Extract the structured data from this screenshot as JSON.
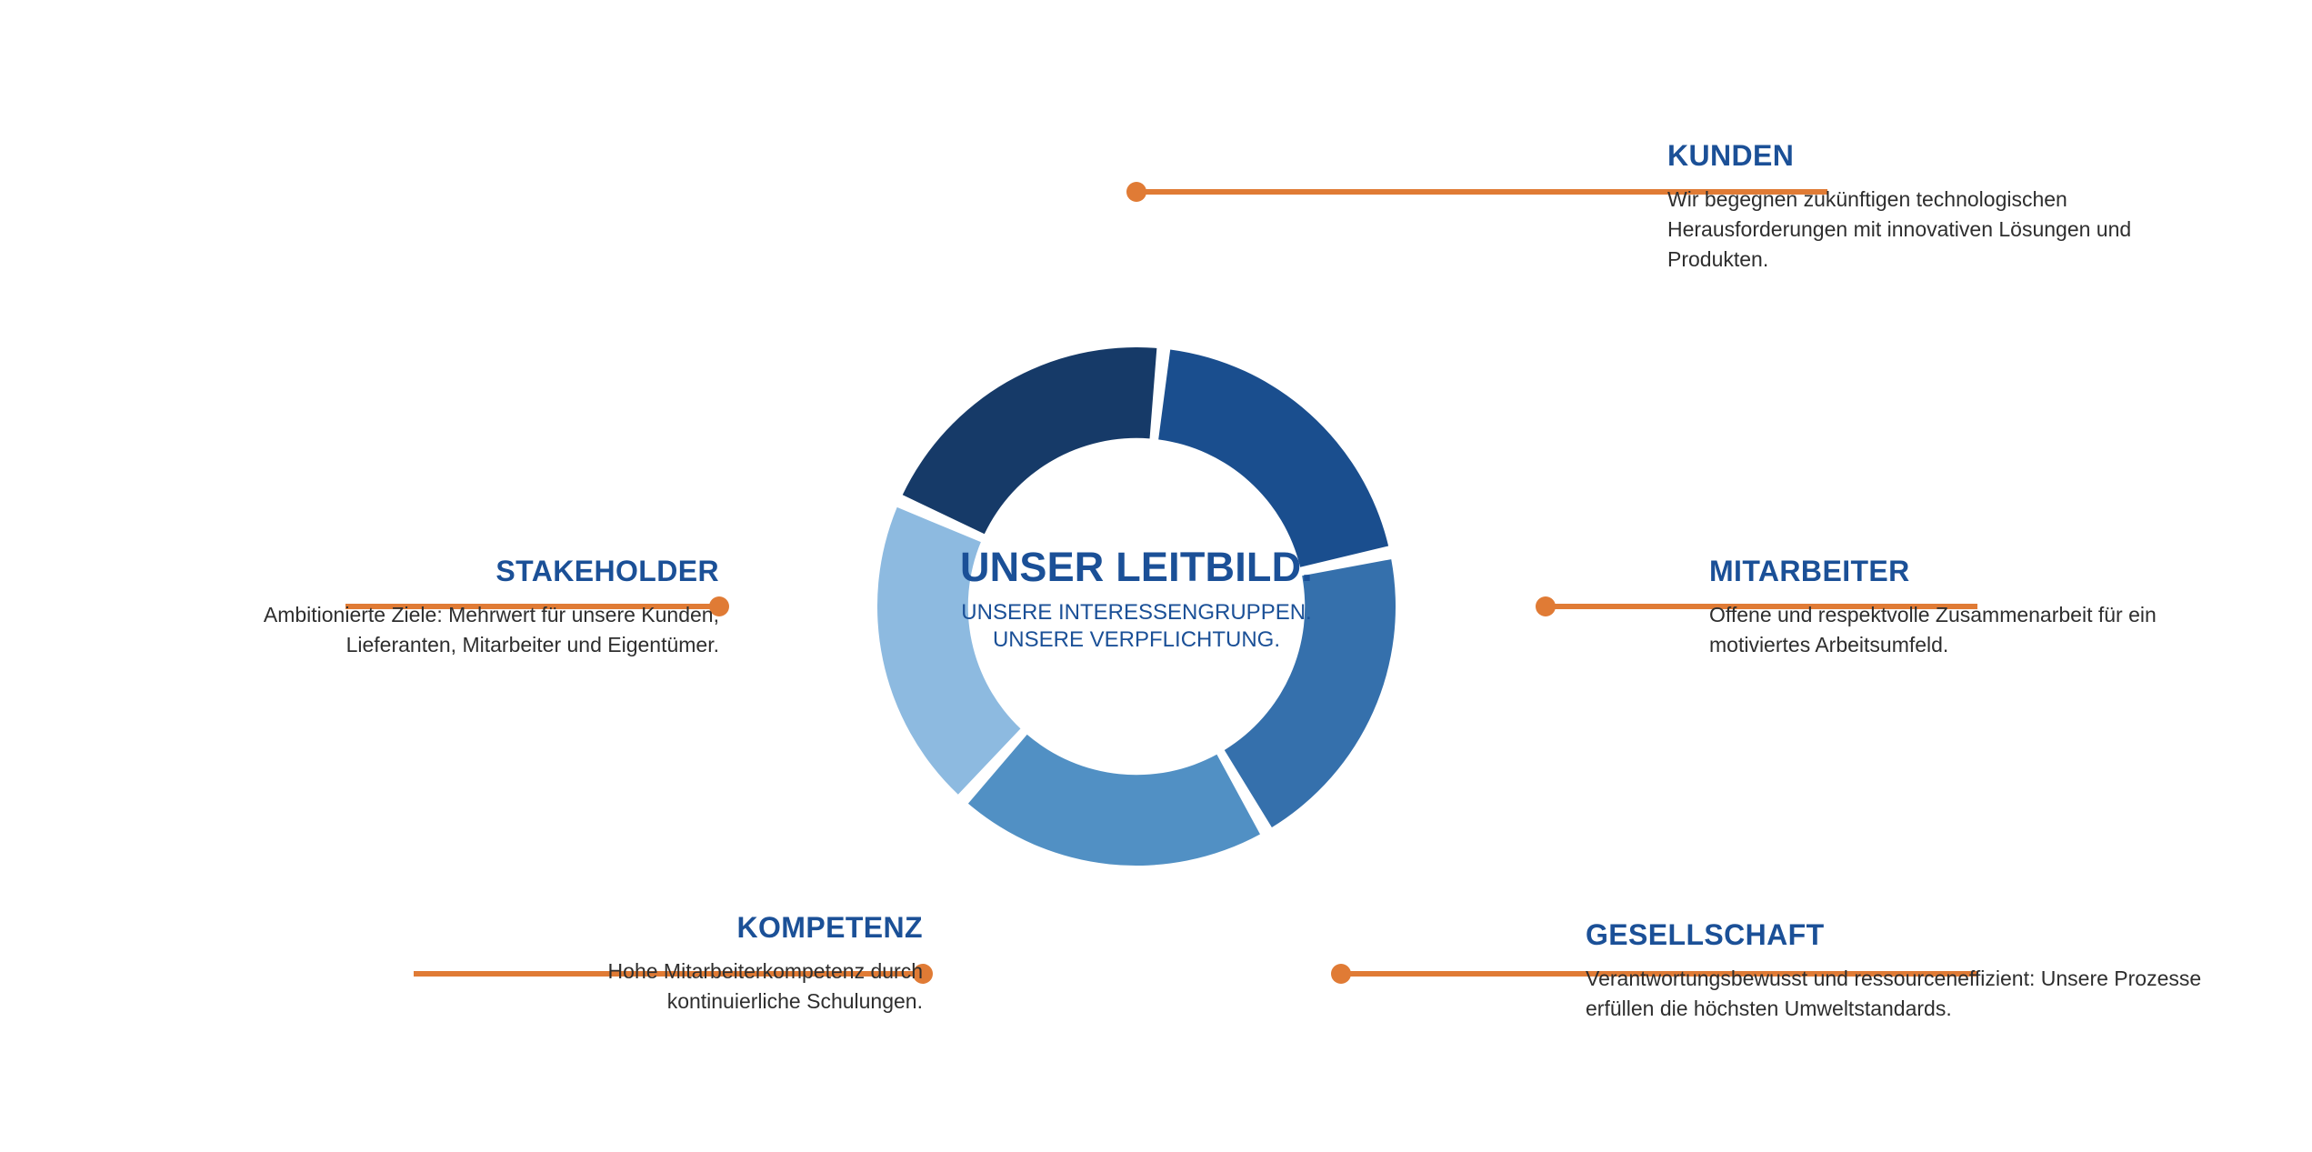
{
  "center": {
    "title": "UNSER LEITBILD.",
    "subtitle_line1": "UNSERE INTERESSENGRUPPEN.",
    "subtitle_line2": "UNSERE VERPFLICHTUNG."
  },
  "colors": {
    "heading_blue": "#1B5097",
    "accent_orange": "#E07B35",
    "body_text": "#2e2e2e",
    "background": "#FFFFFF",
    "segment_kunden": "#163A68",
    "segment_mitarbeiter": "#1A4E8E",
    "segment_gesellschaft": "#3570AC",
    "segment_kompetenz": "#5190C4",
    "segment_stakeholder": "#8DBAE0"
  },
  "callouts": [
    {
      "id": "kunden",
      "heading": "KUNDEN",
      "body": "Wir begegnen zukünftigen technologischen Herausforderungen mit innovativen Lösungen und Produkten.",
      "color": "#163A68",
      "side": "right"
    },
    {
      "id": "mitarbeiter",
      "heading": "MITARBEITER",
      "body": "Offene und respektvolle Zusammenarbeit für ein motiviertes Arbeitsumfeld.",
      "color": "#1A4E8E",
      "side": "right"
    },
    {
      "id": "gesellschaft",
      "heading": "GESELLSCHAFT",
      "body": "Verantwortungsbewusst und ressourceneffizient: Unsere Prozesse erfüllen die höchsten Umweltstandards.",
      "color": "#3570AC",
      "side": "right"
    },
    {
      "id": "kompetenz",
      "heading": "KOMPETENZ",
      "body": "Hohe Mitarbeiterkompetenz durch kontinuierliche Schulungen.",
      "color": "#5190C4",
      "side": "left"
    },
    {
      "id": "stakeholder",
      "heading": "STAKEHOLDER",
      "body": "Ambitionierte Ziele: Mehrwert für unsere Kunden, Lieferanten, Mitarbeiter und Eigentümer.",
      "color": "#8DBAE0",
      "side": "left"
    }
  ],
  "chart_data": {
    "type": "pie",
    "title": "UNSER LEITBILD.",
    "subtitle": "UNSERE INTERESSENGRUPPEN. UNSERE VERPFLICHTUNG.",
    "donut": true,
    "inner_radius_ratio": 0.65,
    "gap_degrees": 3,
    "start_angle_deg": -66,
    "categories": [
      "KUNDEN",
      "MITARBEITER",
      "GESELLSCHAFT",
      "KOMPETENZ",
      "STAKEHOLDER"
    ],
    "values": [
      20,
      20,
      20,
      20,
      20
    ],
    "colors": [
      "#163A68",
      "#1A4E8E",
      "#3570AC",
      "#5190C4",
      "#8DBAE0"
    ],
    "legend": "external-callouts",
    "grid": false
  }
}
